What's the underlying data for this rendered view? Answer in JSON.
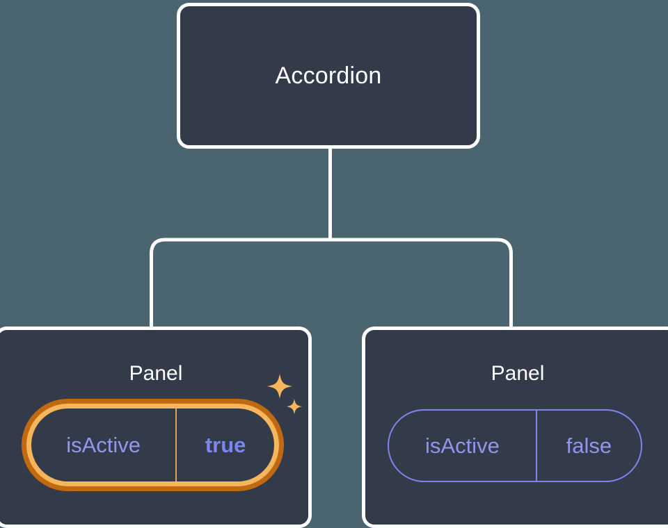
{
  "diagram": {
    "type": "component-tree",
    "background_color": "#4b6570",
    "node_fill_color": "#333a4a",
    "node_border_color": "#ffffff",
    "connector_color": "#ffffff",
    "accent_highlight_color": "#f8b65c",
    "accent_highlight_outer_color": "#c1690e",
    "prop_text_color": "#8e96ee",
    "prop_value_active_color": "#7c85f0",
    "root": {
      "label": "Accordion"
    },
    "children": [
      {
        "label": "Panel",
        "highlighted": true,
        "prop": {
          "key": "isActive",
          "value": "true"
        },
        "sparkle_icon": "sparkles-icon"
      },
      {
        "label": "Panel",
        "highlighted": false,
        "prop": {
          "key": "isActive",
          "value": "false"
        }
      }
    ]
  }
}
